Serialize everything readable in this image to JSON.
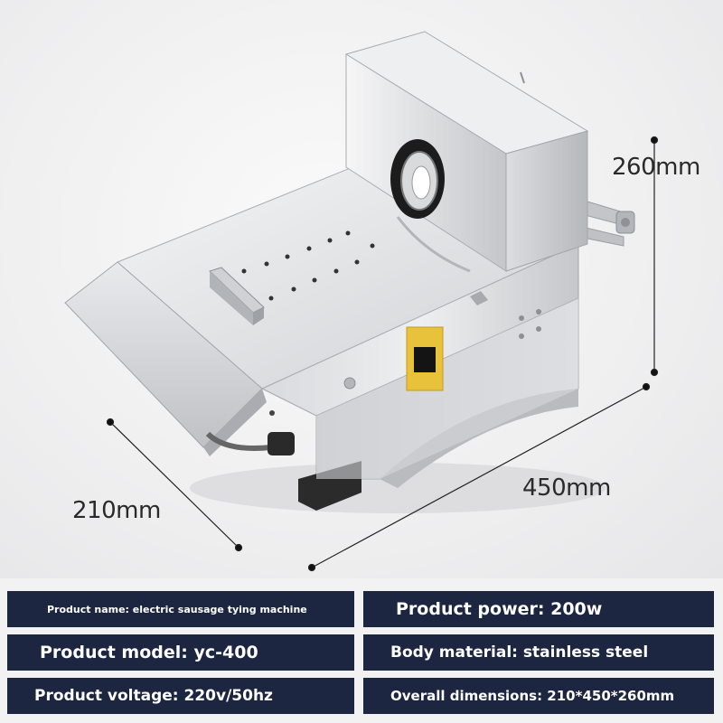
{
  "product_image": {
    "subject": "stainless-steel-sausage-tying-machine",
    "palette": {
      "steel_light": "#e4e5e7",
      "steel_mid": "#c9cbce",
      "steel_dark": "#a4a7ab",
      "switch_panel": "#e8c23a",
      "foot": "#2b2b2b"
    }
  },
  "dimensions": {
    "height": "260mm",
    "length": "450mm",
    "width": "210mm"
  },
  "specs": {
    "name": "Product name: electric sausage tying machine",
    "power": "Product power: 200w",
    "model": "Product model: yc-400",
    "material": "Body material: stainless steel",
    "voltage": "Product voltage: 220v/50hz",
    "overall": "Overall dimensions: 210*450*260mm"
  },
  "colors": {
    "spec_bar": "#1d2640",
    "spec_text": "#ffffff",
    "dimension_line": "#222222"
  }
}
